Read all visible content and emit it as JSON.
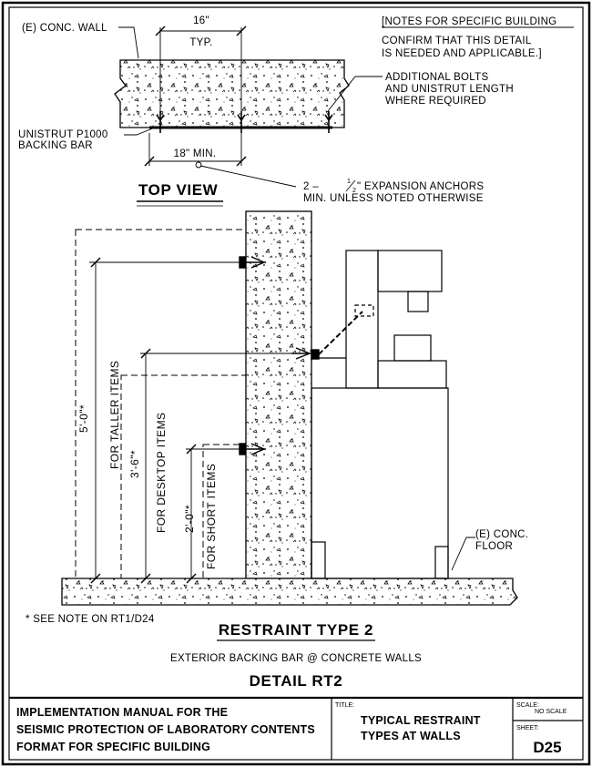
{
  "top_view": {
    "conc_wall_label": "(E) CONC. WALL",
    "dim_16": "16\"",
    "dim_typ": "TYP.",
    "dim_18": "18\" MIN.",
    "unistrut_line1": "UNISTRUT P1000",
    "unistrut_line2": "BACKING BAR",
    "bolts_line1": "ADDITIONAL BOLTS",
    "bolts_line2": "AND UNISTRUT LENGTH",
    "bolts_line3": "WHERE REQUIRED",
    "title": "TOP VIEW"
  },
  "notes": {
    "heading": "[NOTES FOR SPECIFIC BUILDING",
    "line1": "CONFIRM THAT THIS DETAIL",
    "line2": "IS NEEDED AND APPLICABLE.]"
  },
  "anchors": {
    "prefix": "2 –",
    "num": "1",
    "den": "2",
    "suffix": "\" EXPANSION ANCHORS",
    "line2": "MIN. UNLESS NOTED OTHERWISE"
  },
  "elevation": {
    "dim_tall": "5'-0\"*",
    "label_tall": "FOR TALLER ITEMS",
    "dim_desk": "3'-6\"*",
    "label_desk": "FOR DESKTOP ITEMS",
    "dim_short": "2'-0\"*",
    "label_short": "FOR SHORT ITEMS",
    "floor_line1": "(E) CONC.",
    "floor_line2": "FLOOR",
    "see_note": "* SEE NOTE ON RT1/D24"
  },
  "captions": {
    "restraint_type": "RESTRAINT TYPE 2",
    "subtitle": "EXTERIOR BACKING BAR @ CONCRETE WALLS",
    "detail": "DETAIL RT2"
  },
  "title_block": {
    "manual_line1": "IMPLEMENTATION MANUAL FOR THE",
    "manual_line2": "SEISMIC PROTECTION OF LABORATORY CONTENTS",
    "manual_line3": "FORMAT FOR SPECIFIC BUILDING",
    "title_label": "TITLE:",
    "title_line1": "TYPICAL RESTRAINT",
    "title_line2": "TYPES AT WALLS",
    "scale_label": "SCALE:",
    "scale_value": "NO SCALE",
    "sheet_label": "SHEET:",
    "sheet_value": "D25"
  }
}
